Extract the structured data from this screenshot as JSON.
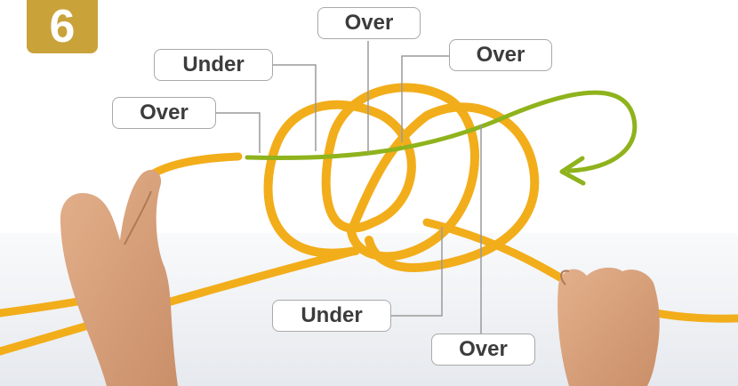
{
  "step": {
    "number": "6"
  },
  "labels": {
    "over_top": "Over",
    "over_top_right": "Over",
    "under_upper": "Under",
    "over_left": "Over",
    "under_lower": "Under",
    "over_bottom": "Over"
  },
  "colors": {
    "rope": "#f2ad1a",
    "rope_tip": "#8fb31c",
    "step_badge": "#c9a23a",
    "callout_border": "#a9a9a9",
    "leader_line": "#9a9a9a",
    "label_text": "#3c3c3c",
    "skin": "#d9a37e",
    "table": "#eef0f3"
  }
}
